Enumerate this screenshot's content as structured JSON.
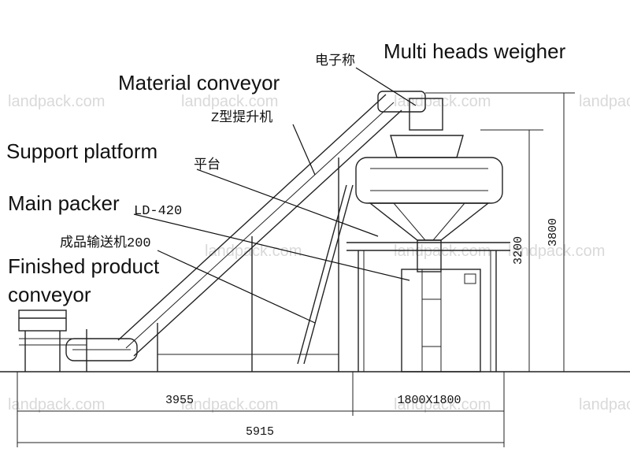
{
  "labels": {
    "weigher_cn": "电子称",
    "weigher_en": "Multi heads weigher",
    "material_conveyor_en": "Material conveyor",
    "z_elevator_cn": "Z型提升机",
    "support_platform_en": "Support platform",
    "platform_cn": "平台",
    "main_packer_en": "Main packer",
    "packer_model": "LD-420",
    "finished_conveyor_cn": "成品输送机200",
    "finished_conveyor_en_line1": "Finished product",
    "finished_conveyor_en_line2": "conveyor"
  },
  "dimensions": {
    "conveyor_length": "3955",
    "packer_footprint": "1800X1800",
    "total_length": "5915",
    "platform_height": "3200",
    "total_height": "3800"
  },
  "watermark": "landpack.com",
  "colors": {
    "line": "#222222",
    "watermark": "#d9d9d9"
  }
}
